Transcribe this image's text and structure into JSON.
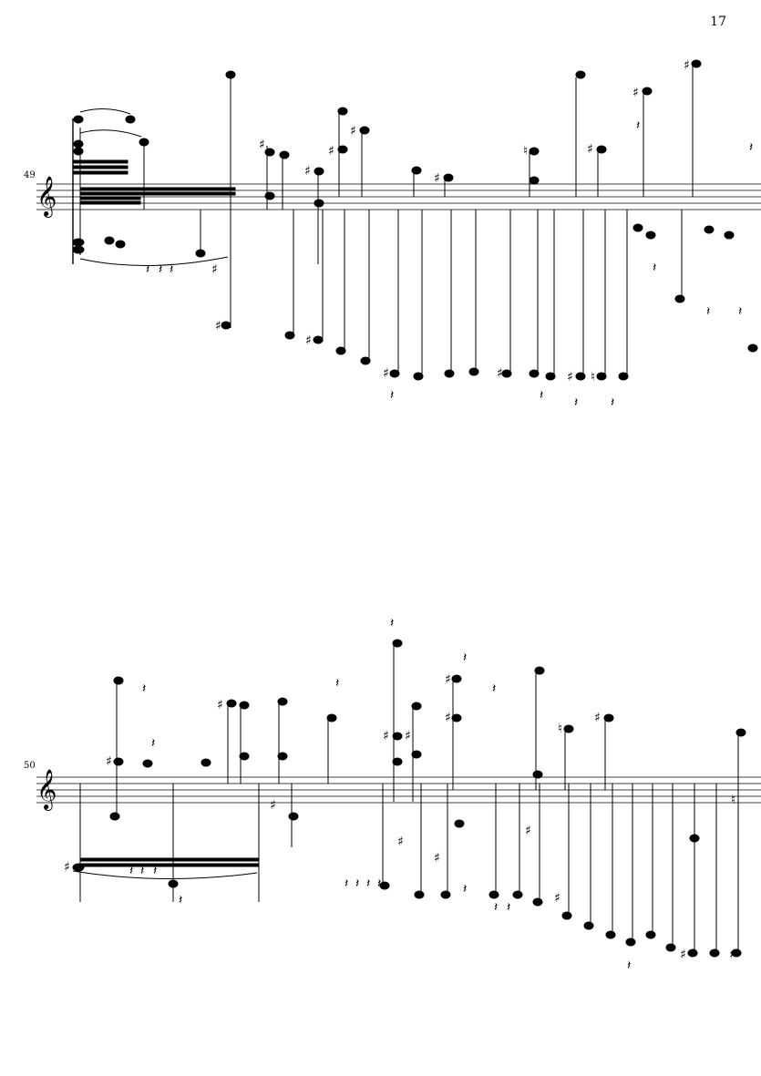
{
  "page": {
    "number": "17"
  },
  "systems": [
    {
      "measure_number": "49",
      "clef": "treble"
    },
    {
      "measure_number": "50",
      "clef": "treble"
    }
  ],
  "colors": {
    "ink": "#000000",
    "paper": "#ffffff"
  }
}
